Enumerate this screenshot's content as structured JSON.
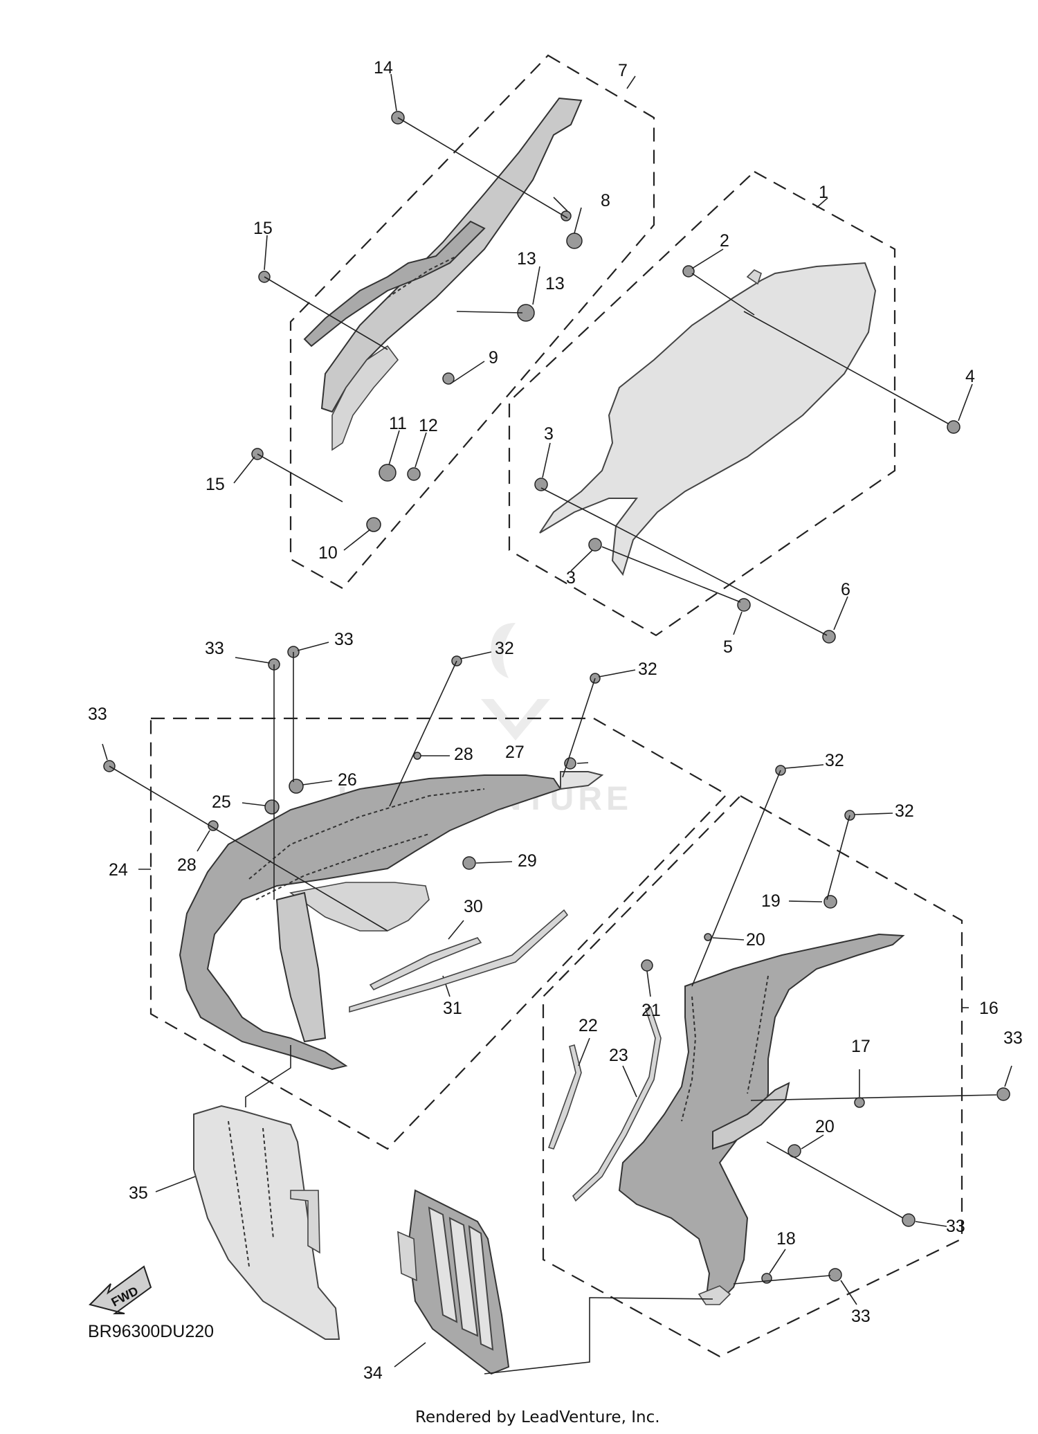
{
  "diagram_code": "BR96300DU220",
  "footer": "Rendered by LeadVenture, Inc.",
  "watermark": "LEADVENTURE",
  "fwd_label": "FWD",
  "callouts": {
    "c1": "1",
    "c2": "2",
    "c3a": "3",
    "c3b": "3",
    "c4": "4",
    "c5": "5",
    "c6": "6",
    "c7": "7",
    "c8": "8",
    "c9": "9",
    "c10": "10",
    "c11": "11",
    "c12": "12",
    "c13a": "13",
    "c13b": "13",
    "c14": "14",
    "c15a": "15",
    "c15b": "15",
    "c16": "16",
    "c17": "17",
    "c18": "18",
    "c19": "19",
    "c20a": "20",
    "c20b": "20",
    "c21": "21",
    "c22": "22",
    "c23": "23",
    "c24": "24",
    "c25": "25",
    "c26": "26",
    "c27": "27",
    "c28a": "28",
    "c28b": "28",
    "c29": "29",
    "c30": "30",
    "c31": "31",
    "c32a": "32",
    "c32b": "32",
    "c32c": "32",
    "c32d": "32",
    "c33a": "33",
    "c33b": "33",
    "c33c": "33",
    "c33d": "33",
    "c33e": "33",
    "c33f": "33",
    "c34": "34",
    "c35": "35"
  }
}
